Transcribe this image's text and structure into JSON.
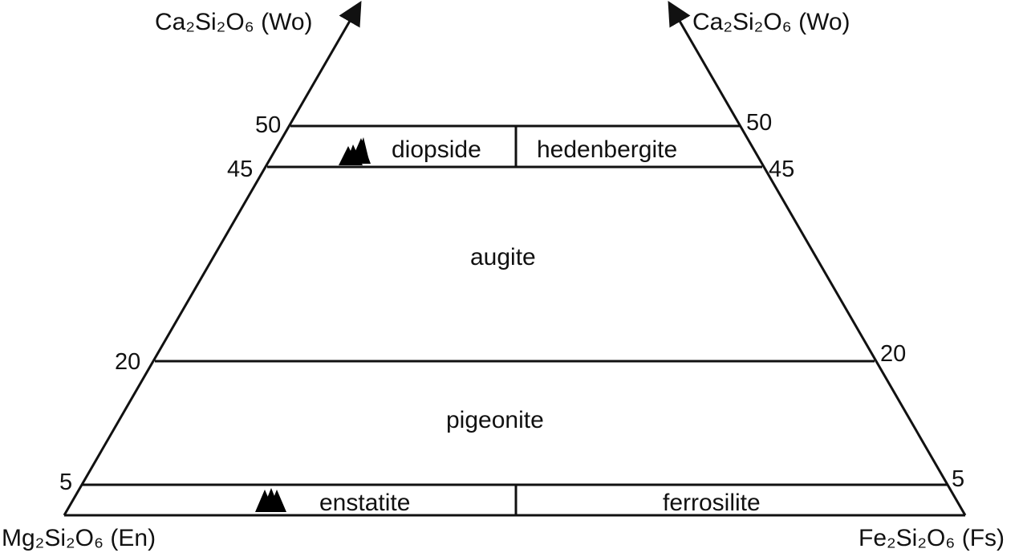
{
  "apices": {
    "wo_left": "Ca₂Si₂O₆ (Wo)",
    "wo_right": "Ca₂Si₂O₆ (Wo)",
    "en": "Mg₂Si₂O₆ (En)",
    "fs": "Fe₂Si₂O₆ (Fs)"
  },
  "ticks": {
    "t50": "50",
    "t45": "45",
    "t20": "20",
    "t5": "5"
  },
  "fields": {
    "diopside": "diopside",
    "hedenbergite": "hedenbergite",
    "augite": "augite",
    "pigeonite": "pigeonite",
    "enstatite": "enstatite",
    "ferrosilite": "ferrosilite"
  },
  "boundaries_wo_percent": [
    50,
    45,
    20,
    5
  ],
  "markers": [
    {
      "symbol": "triangle-cluster",
      "field": "diopside"
    },
    {
      "symbol": "triangle-cluster",
      "field": "enstatite"
    }
  ],
  "colors": {
    "line": "#111111",
    "marker": "#000000"
  }
}
